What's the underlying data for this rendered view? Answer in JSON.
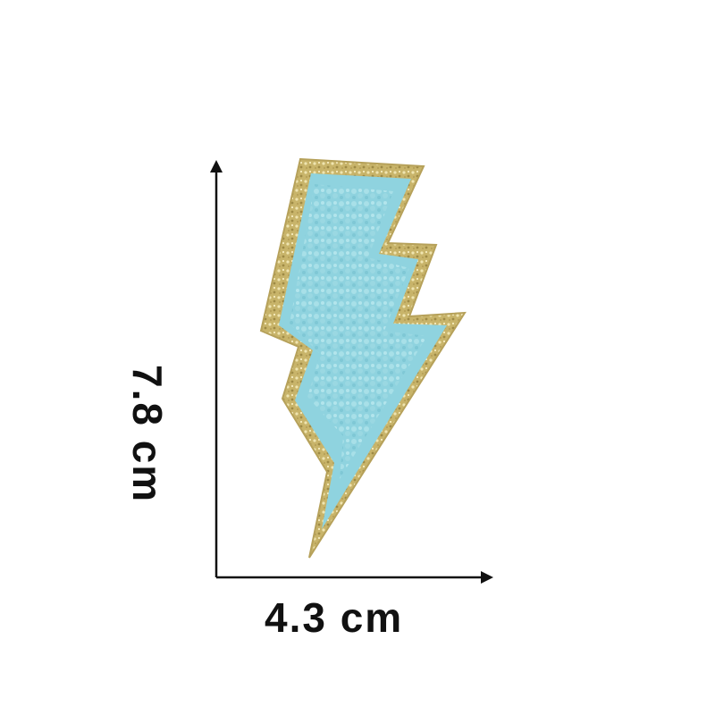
{
  "image": {
    "subject": "lightning-bolt-patch",
    "background_color": "#ffffff"
  },
  "patch": {
    "fill_color": "#8fd3df",
    "chenille_color": "#9fdbe3",
    "border_color": "#c8b46a",
    "border_highlight": "#e8dca0"
  },
  "dimensions": {
    "height_label": "7.8 cm",
    "width_label": "4.3 cm",
    "arrow_color": "#111111"
  }
}
